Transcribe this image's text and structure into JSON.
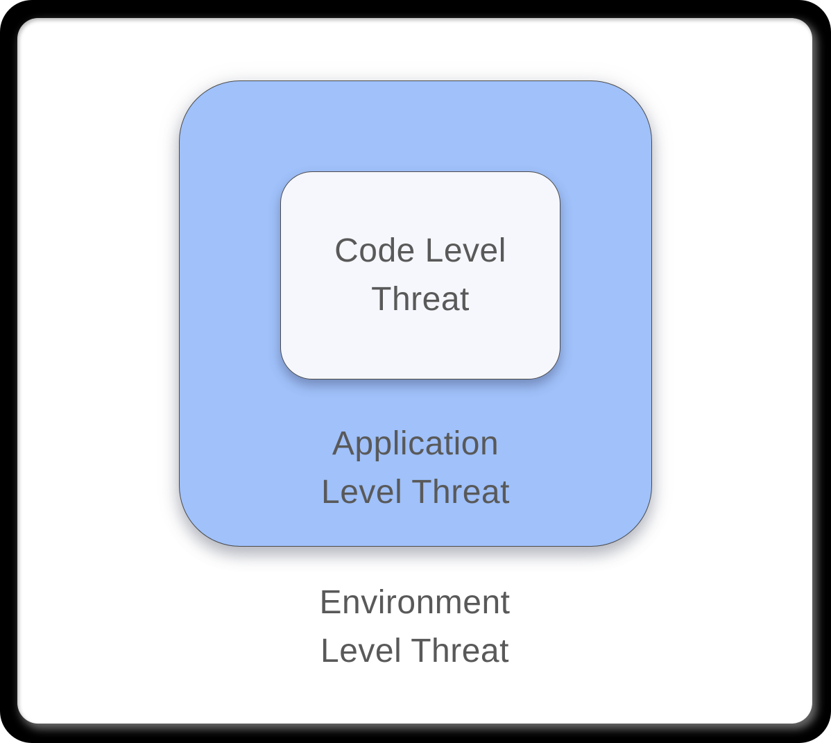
{
  "diagram": {
    "type": "nested-containment",
    "description": "Three nested rounded rectangles showing threat levels from environment (outermost) to code (innermost)"
  },
  "labels": {
    "environment_level": "Environment\nLevel Threat",
    "application_level": "Application\nLevel Threat",
    "code_level": "Code Level\nThreat"
  },
  "colors": {
    "outer_frame": "#000000",
    "environment_box_fill": "#ffffff",
    "application_box_fill": "#a0c1fa",
    "code_box_fill": "#f6f7fc",
    "box_border": "#4a4a4a",
    "label_text": "#595959"
  }
}
